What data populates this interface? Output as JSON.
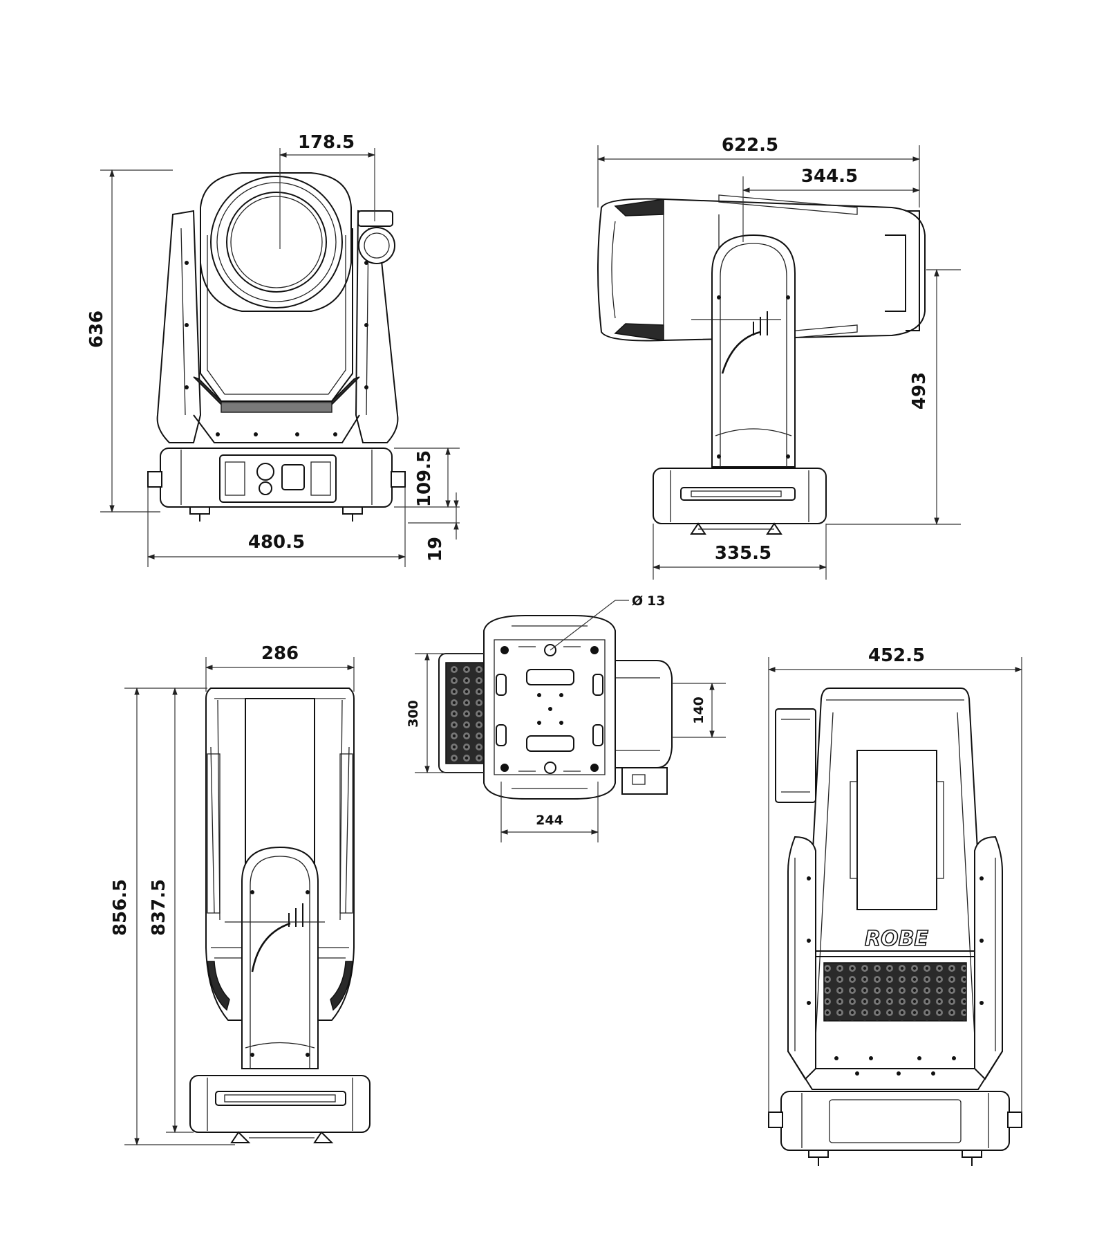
{
  "dimensions": {
    "front_lens_offset": "178.5",
    "front_height": "636",
    "front_base_height": "109.5",
    "front_foot_height": "19",
    "front_width": "480.5",
    "side_length": "622.5",
    "side_axis_length": "344.5",
    "side_axis_height": "493",
    "side_base_width": "335.5",
    "bottom_hole_diameter": "13",
    "bottom_height": "300",
    "bottom_mount_spacing": "140",
    "bottom_mount_width": "244",
    "top_width": "286",
    "top_total_length": "856.5",
    "top_length": "837.5",
    "rear_width": "452.5"
  },
  "diameter_symbol": "Ø",
  "brand_logo": "ROBE",
  "colors": {
    "line": "#111111",
    "fill": "#ffffff",
    "hatch": "#2a2a2a"
  }
}
